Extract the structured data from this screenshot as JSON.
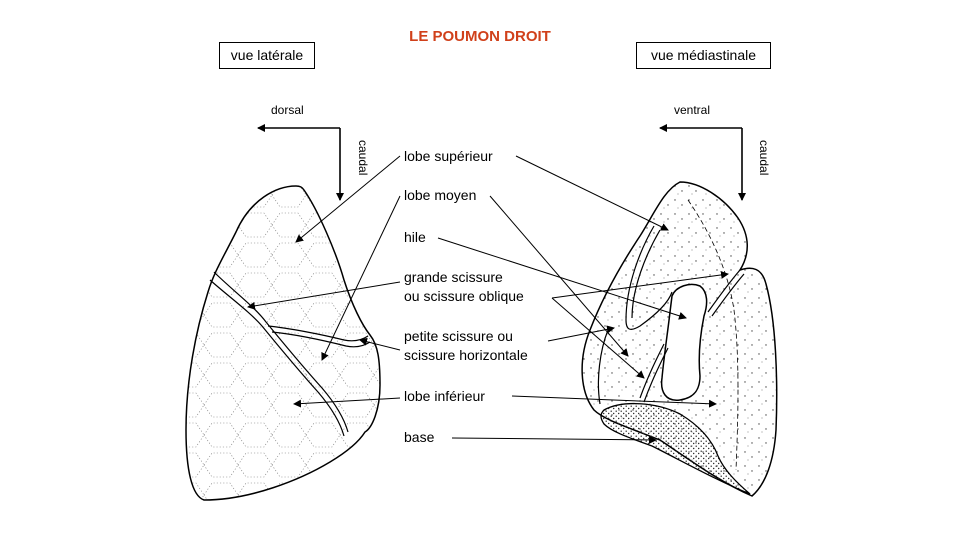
{
  "title": "LE POUMON DROIT",
  "title_color": "#d0401a",
  "views": {
    "left": "vue latérale",
    "right": "vue médiastinale"
  },
  "orientation": {
    "left_horizontal": "dorsal",
    "left_vertical": "caudal",
    "right_horizontal": "ventral",
    "right_vertical": "caudal"
  },
  "labels": {
    "upper_lobe": "lobe supérieur",
    "middle_lobe": "lobe moyen",
    "hilum": "hile",
    "oblique_fissure_1": "grande scissure",
    "oblique_fissure_2": "ou scissure oblique",
    "horizontal_fissure_1": "petite scissure ou",
    "horizontal_fissure_2": "scissure horizontale",
    "lower_lobe": "lobe inférieur",
    "base": "base"
  }
}
